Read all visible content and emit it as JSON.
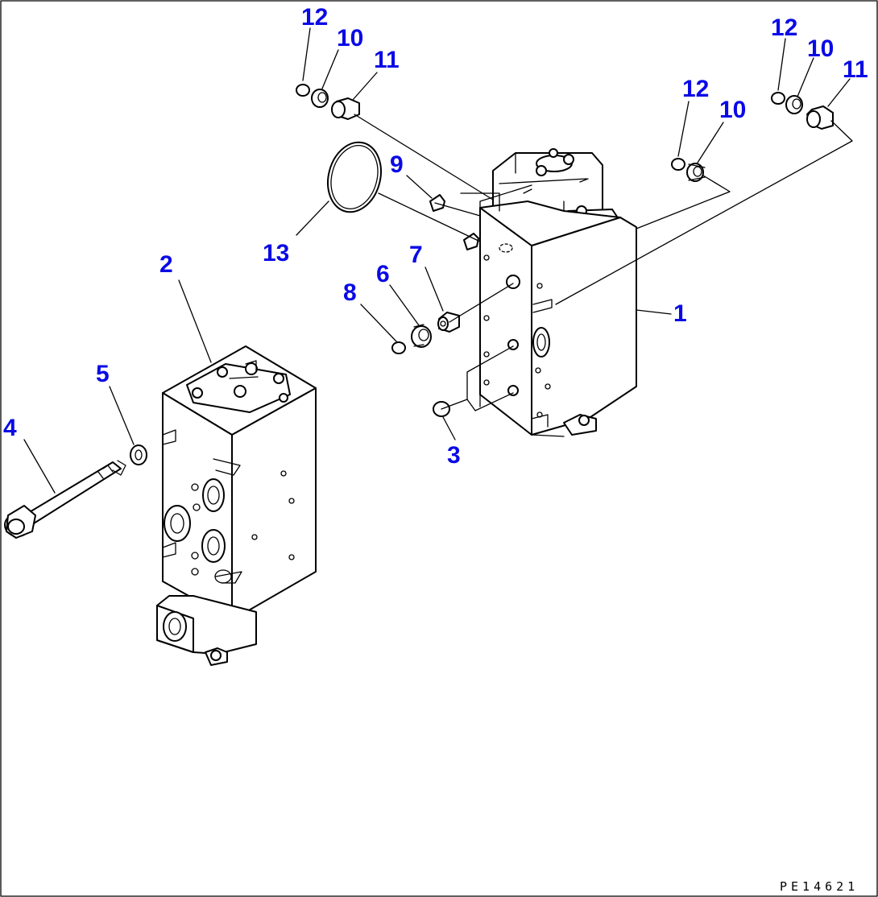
{
  "diagram": {
    "title_code": "PE14621",
    "callouts": {
      "c1": "1",
      "c2": "2",
      "c3": "3",
      "c4": "4",
      "c5": "5",
      "c6": "6",
      "c7": "7",
      "c8": "8",
      "c9": "9",
      "c10a": "10",
      "c11a": "11",
      "c12a": "12",
      "c10b": "10",
      "c11b": "11",
      "c12b": "12",
      "c10c": "10",
      "c12c": "12",
      "c13": "13"
    },
    "colors": {
      "callout": "#0a0ae6",
      "line": "#000000",
      "background": "#ffffff"
    }
  }
}
